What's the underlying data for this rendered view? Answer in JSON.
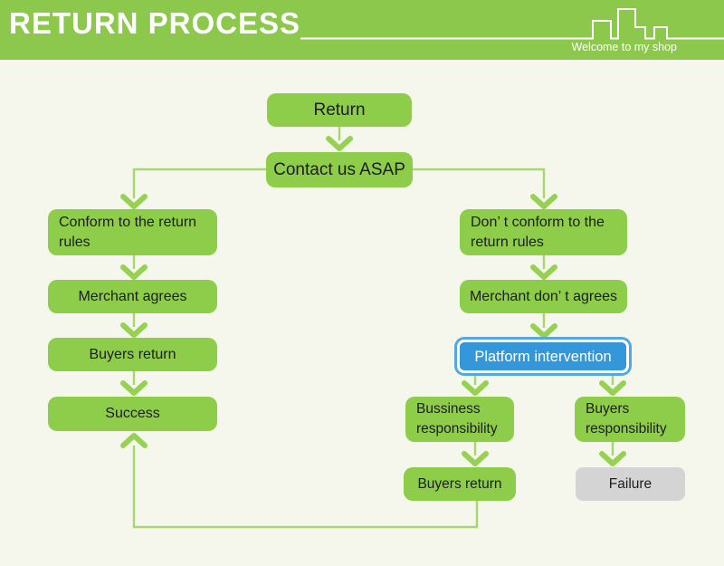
{
  "header": {
    "title": "RETURN PROCESS",
    "welcome": "Welcome to my shop",
    "decoration": "city-skyline-outline"
  },
  "colors": {
    "header_green": "#8cc84b",
    "box_green": "#8ecd4a",
    "line_green": "#a6d86f",
    "arrow_green": "#97d153",
    "background": "#f5f7ec",
    "blue_fill": "#3397da",
    "blue_ring": "#54a7e0",
    "gray_fill": "#d4d4d5",
    "text_dark": "#1d1d1d"
  },
  "flowchart": {
    "nodes": [
      {
        "id": "return",
        "label": "Return",
        "type": "green"
      },
      {
        "id": "contact",
        "label": "Contact us ASAP",
        "type": "green"
      },
      {
        "id": "conform",
        "label": "Conform to the return rules",
        "type": "green"
      },
      {
        "id": "merchant-agrees",
        "label": "Merchant agrees",
        "type": "green"
      },
      {
        "id": "buyers-return-left",
        "label": "Buyers return",
        "type": "green"
      },
      {
        "id": "success",
        "label": "Success",
        "type": "green"
      },
      {
        "id": "dont-conform",
        "label": "Don’ t conform to the return rules",
        "type": "green"
      },
      {
        "id": "merchant-dont-agrees",
        "label": "Merchant don’ t agrees",
        "type": "green"
      },
      {
        "id": "platform-intervention",
        "label": "Platform intervention",
        "type": "blue"
      },
      {
        "id": "bussiness-responsibility",
        "label": "Bussiness responsibility",
        "type": "green"
      },
      {
        "id": "buyers-responsibility",
        "label": "Buyers responsibility",
        "type": "green"
      },
      {
        "id": "buyers-return-right",
        "label": "Buyers return",
        "type": "green"
      },
      {
        "id": "failure",
        "label": "Failure",
        "type": "gray"
      }
    ],
    "edges": [
      {
        "from": "return",
        "to": "contact"
      },
      {
        "from": "contact",
        "to": "conform"
      },
      {
        "from": "contact",
        "to": "dont-conform"
      },
      {
        "from": "conform",
        "to": "merchant-agrees"
      },
      {
        "from": "merchant-agrees",
        "to": "buyers-return-left"
      },
      {
        "from": "buyers-return-left",
        "to": "success"
      },
      {
        "from": "dont-conform",
        "to": "merchant-dont-agrees"
      },
      {
        "from": "merchant-dont-agrees",
        "to": "platform-intervention"
      },
      {
        "from": "platform-intervention",
        "to": "bussiness-responsibility"
      },
      {
        "from": "platform-intervention",
        "to": "buyers-responsibility"
      },
      {
        "from": "bussiness-responsibility",
        "to": "buyers-return-right"
      },
      {
        "from": "buyers-responsibility",
        "to": "failure"
      },
      {
        "from": "buyers-return-right",
        "to": "success"
      }
    ]
  }
}
